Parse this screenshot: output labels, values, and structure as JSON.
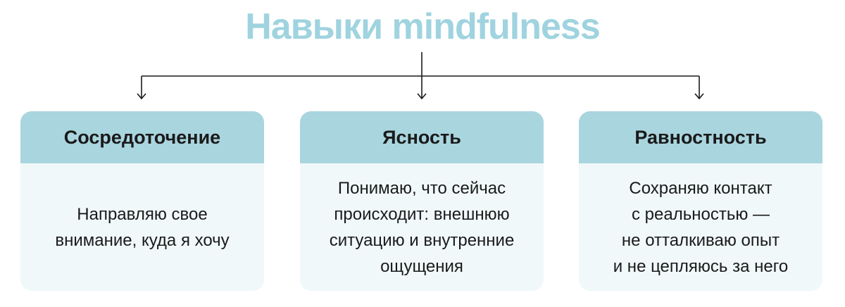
{
  "title": "Навыки mindfulness",
  "colors": {
    "accent": "#9fd3df",
    "card_header": "#a9d5df",
    "card_body": "#f0f8fa",
    "text": "#1a1a1a",
    "connector": "#1a1a1a"
  },
  "cards": [
    {
      "heading": "Сосредоточение",
      "lines": [
        "Направляю свое",
        "внимание, куда я хочу"
      ]
    },
    {
      "heading": "Ясность",
      "lines": [
        "Понимаю, что сейчас",
        "происходит: внешнюю",
        "ситуацию и внутренние",
        "ощущения"
      ]
    },
    {
      "heading": "Равностность",
      "lines": [
        "Сохраняю контакт",
        "с реальностью —",
        "не отталкиваю опыт",
        "и не цепляюсь за него"
      ]
    }
  ]
}
